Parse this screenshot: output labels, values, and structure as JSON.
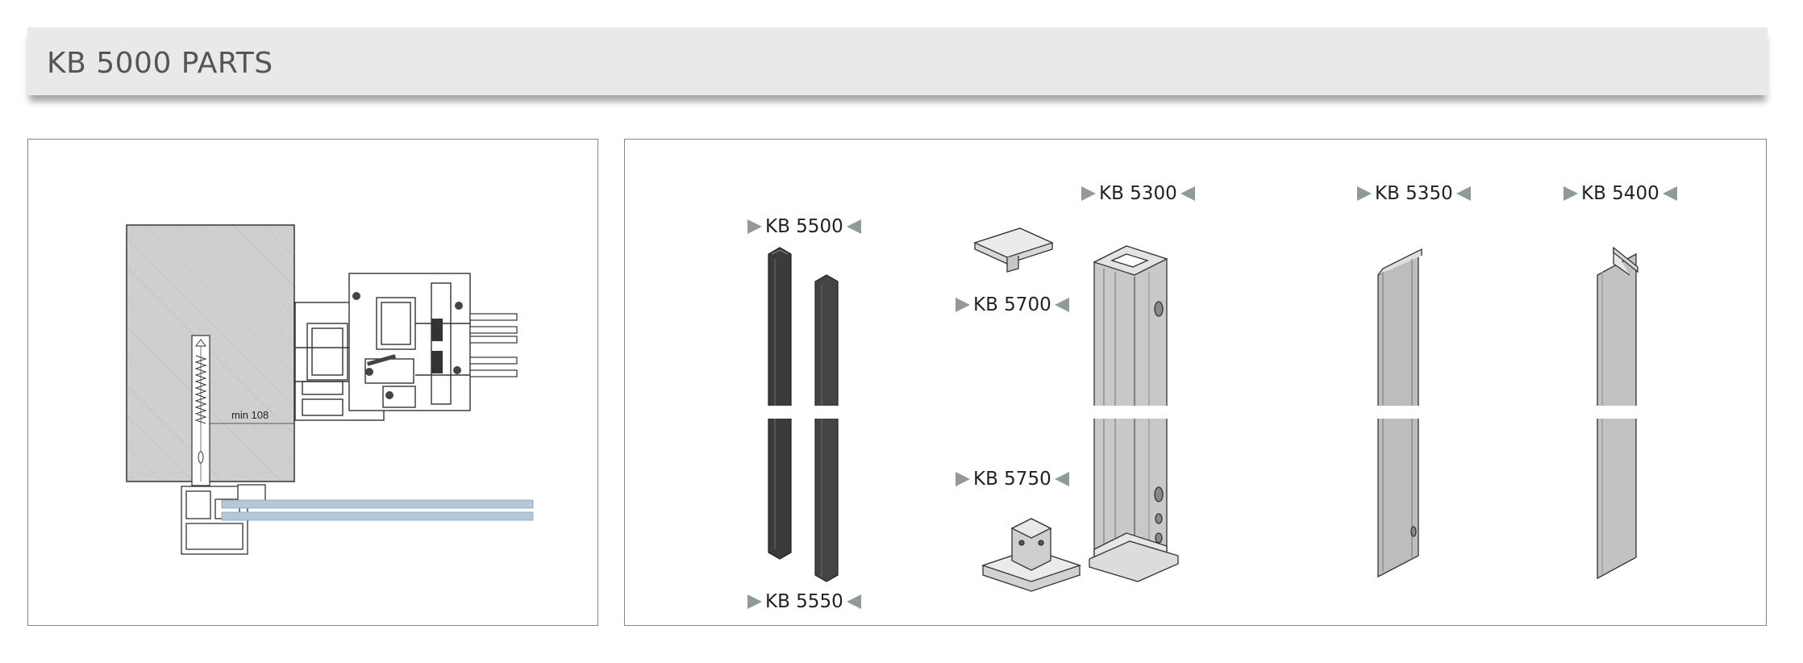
{
  "header": {
    "title": "KB 5000 PARTS"
  },
  "section_drawing": {
    "dimension_label": "min 108"
  },
  "parts": [
    {
      "code": "KB 5500"
    },
    {
      "code": "KB 5550"
    },
    {
      "code": "KB 5300"
    },
    {
      "code": "KB 5700"
    },
    {
      "code": "KB 5750"
    },
    {
      "code": "KB 5350"
    },
    {
      "code": "KB 5400"
    }
  ],
  "colors": {
    "header_bg": "#e9e9e9",
    "title": "#555555",
    "marker": "#8f9c92",
    "glass": "#b4c8d8"
  }
}
